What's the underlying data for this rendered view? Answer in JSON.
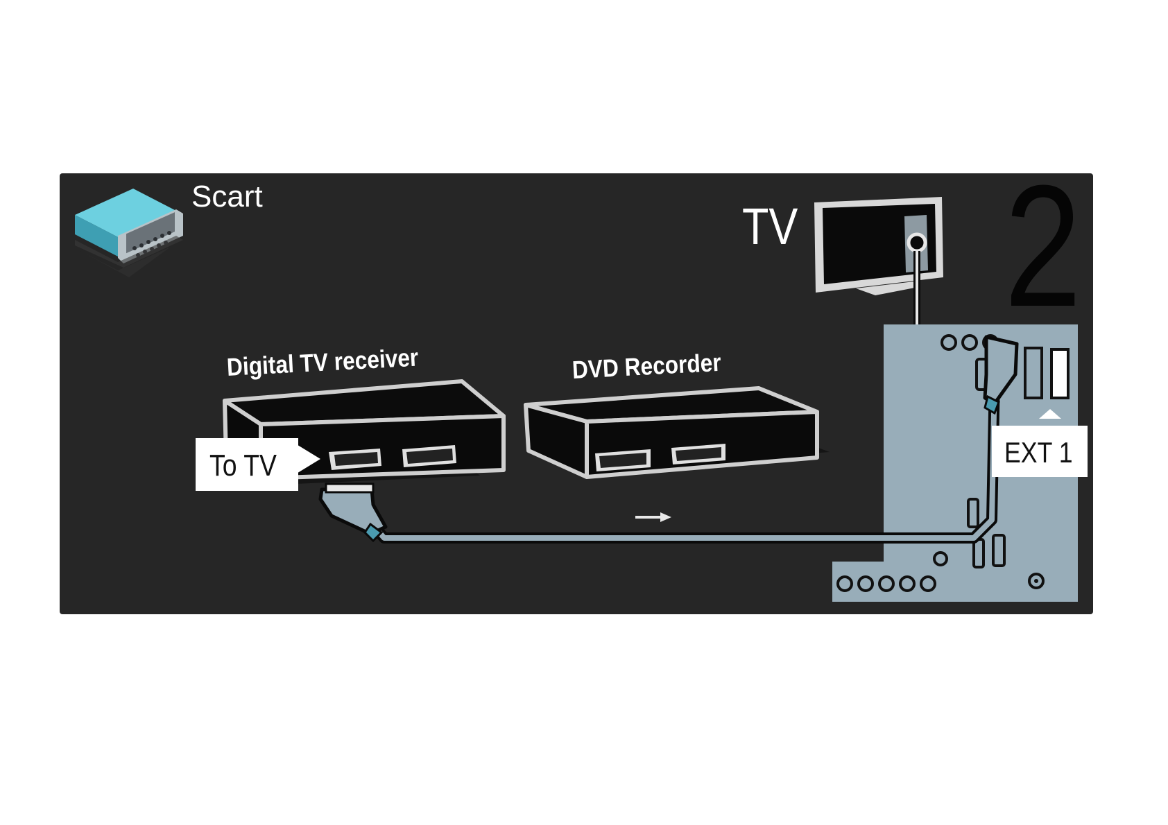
{
  "labels": {
    "connector": "Scart",
    "tv": "TV",
    "receiver": "Digital TV receiver",
    "recorder": "DVD Recorder",
    "to_tv": "To TV",
    "ext": "EXT 1",
    "step": "2"
  },
  "colors": {
    "panel": "#262626",
    "tv_back_panel": "#98adb9",
    "cable": "#98adb9",
    "connector_blue": "#4fb3c8",
    "callout": "#ffffff"
  },
  "icons": {
    "connector": "scart-plug-icon",
    "tv": "tv-icon",
    "arrow": "arrow-right-icon"
  }
}
